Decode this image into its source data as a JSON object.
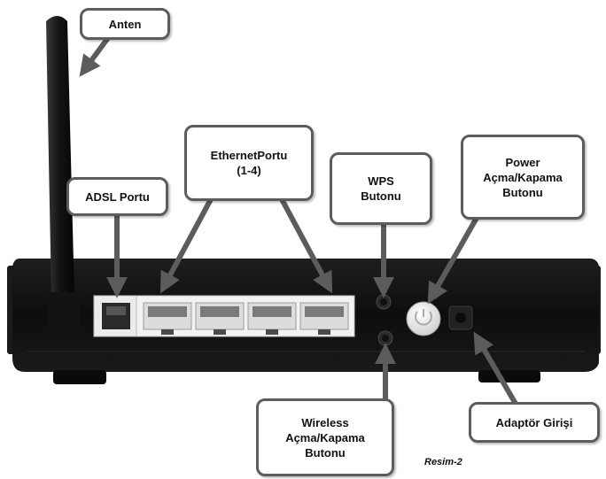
{
  "callouts": {
    "anten": {
      "lines": [
        "Anten"
      ]
    },
    "ethernet": {
      "lines": [
        "EthernetPortu",
        "(1-4)"
      ]
    },
    "adsl": {
      "lines": [
        "ADSL Portu"
      ]
    },
    "wps": {
      "lines": [
        "WPS",
        "Butonu"
      ]
    },
    "power": {
      "lines": [
        "Power",
        "Açma/Kapama",
        "Butonu"
      ]
    },
    "wireless": {
      "lines": [
        "Wireless",
        "Açma/Kapama",
        "Butonu"
      ]
    },
    "adaptor": {
      "lines": [
        "Adaptör Girişi"
      ]
    }
  },
  "caption": "Resim-2",
  "colors": {
    "device": "#141414",
    "arrow": "#5c5c5c",
    "port_panel": "#ececec",
    "button": "#f3f3f3"
  }
}
